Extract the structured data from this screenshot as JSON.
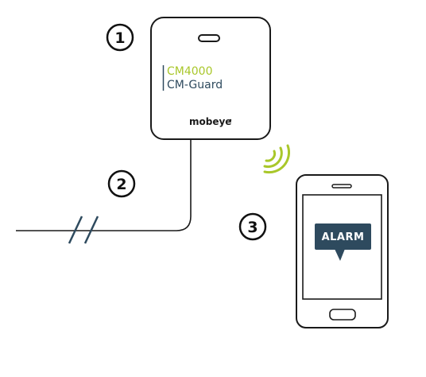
{
  "device": {
    "model_line1": "CM4000",
    "model_line2": "CM-Guard",
    "brand": "mobeye"
  },
  "steps": [
    "1",
    "2",
    "3"
  ],
  "phone": {
    "notification": "ALARM"
  },
  "colors": {
    "accent_green": "#a9c72a",
    "dark_blue": "#2e4a5e",
    "outline": "#1a1a1a"
  },
  "icons": [
    "led-indicator-icon",
    "wireless-signal-icon",
    "smartphone-icon",
    "cable-break-icon"
  ]
}
